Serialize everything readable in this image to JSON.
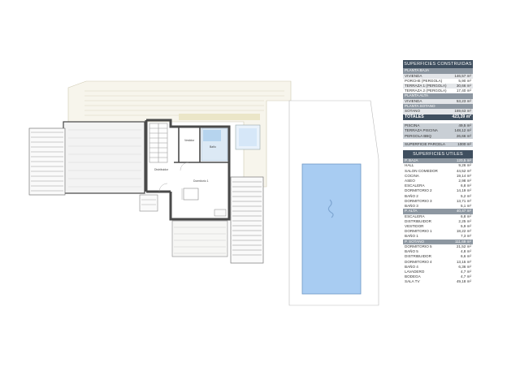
{
  "plan": {
    "room_labels": {
      "vestidor": "Vestidor",
      "bano": "Baño",
      "distribuidor": "Distribuidor",
      "dormitorio": "Dormitorio 1"
    },
    "colors": {
      "pool": "#a8ccf2",
      "terrace": "#f4f1e2",
      "wall": "#4a4a4a",
      "dark_header": "#3f4f5f"
    }
  },
  "superficies_construidas": {
    "title": "SUPERFICIES  CONSTRUIDAS",
    "sections": [
      {
        "header": "PLANTA BAJA",
        "rows": [
          {
            "label": "VIVIENDA",
            "value": "146,57 m²"
          },
          {
            "label": "PORCHE (PERGOLA)",
            "value": "5,90 m²"
          },
          {
            "label": "TERRAZA 1 (PERGOLA)",
            "value": "30,66 m²"
          },
          {
            "label": "TERRAZA 2 (PERGOLA)",
            "value": "17,40 m²"
          }
        ]
      },
      {
        "header": "PLANTA ALTA",
        "rows": [
          {
            "label": "VIVIENDA",
            "value": "53,23 m²"
          }
        ]
      },
      {
        "header": "PLANTA SOTANO",
        "rows": [
          {
            "label": "SOTANO",
            "value": "169,63 m²"
          }
        ]
      }
    ],
    "total": {
      "label": "TOTALES",
      "value": "423,39 m²"
    },
    "extras": [
      {
        "label": "PISCINA",
        "value": "49,5 m²"
      },
      {
        "label": "TERRAZA PISCINA",
        "value": "148,12 m²"
      },
      {
        "label": "PERGOLA BBQ",
        "value": "26,66 m²"
      }
    ],
    "parcela": {
      "label": "SUPERFICIE PARCELA",
      "value": "1000 m²"
    }
  },
  "superficies_utiles": {
    "title": "SUPERFICIES  UTILES",
    "sections": [
      {
        "header": "P. BAJA",
        "value": "120,5 m²",
        "rows": [
          {
            "label": "HALL",
            "value": "9,26 m²"
          },
          {
            "label": "SALON COMEDOR",
            "value": "44,52 m²"
          },
          {
            "label": "COCINA",
            "value": "19,14 m²"
          },
          {
            "label": "ASEO",
            "value": "2,98 m²"
          },
          {
            "label": "ESCALERA",
            "value": "6,8 m²"
          },
          {
            "label": "DORMITORIO 2",
            "value": "14,19 m²"
          },
          {
            "label": "BAÑO 2",
            "value": "5,2 m²"
          },
          {
            "label": "DORMITORIO 3",
            "value": "13,71 m²"
          },
          {
            "label": "BAÑO 3",
            "value": "5,1 m²"
          }
        ]
      },
      {
        "header": "P. ALTA",
        "value": "40,47 m²",
        "rows": [
          {
            "label": "ESCALERA",
            "value": "6,8 m²"
          },
          {
            "label": "DISTRIBUIDOR",
            "value": "2,25 m²"
          },
          {
            "label": "VESTIDOR",
            "value": "5,9 m²"
          },
          {
            "label": "DORMITORIO 1",
            "value": "18,22 m²"
          },
          {
            "label": "BAÑO 1",
            "value": "7,3 m²"
          }
        ]
      },
      {
        "header": "P. SOTANO",
        "value": "111,69 m²",
        "rows": [
          {
            "label": "DORMITORIO 5",
            "value": "21,52 m²"
          },
          {
            "label": "BAÑO 5",
            "value": "4,8 m²"
          },
          {
            "label": "DISTRIBUIDOR",
            "value": "6,6 m²"
          },
          {
            "label": "DORMITORIO 4",
            "value": "13,15 m²"
          },
          {
            "label": "BAÑO 4",
            "value": "6,36 m²"
          },
          {
            "label": "LAVADERO",
            "value": "4,7 m²"
          },
          {
            "label": "BODEGA",
            "value": "4,7 m²"
          },
          {
            "label": "SALA TV",
            "value": "49,18 m²"
          }
        ]
      }
    ]
  }
}
